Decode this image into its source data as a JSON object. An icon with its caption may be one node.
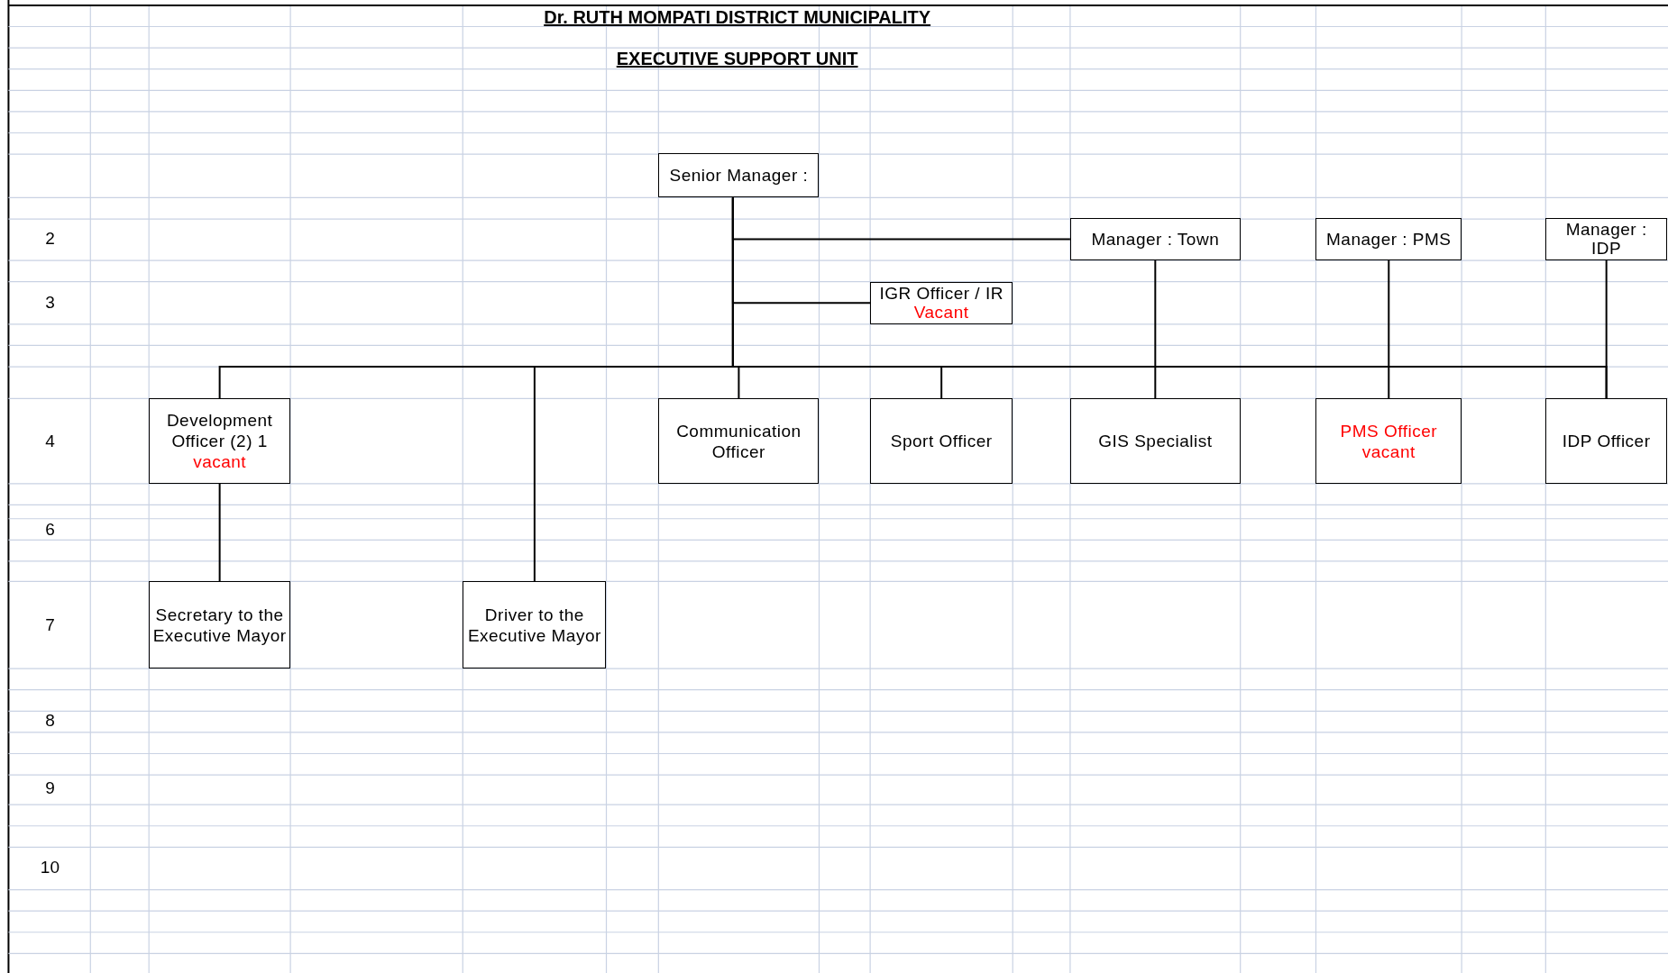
{
  "diagram": {
    "title": "Dr. RUTH MOMPATI DISTRICT MUNICIPALITY",
    "caption": "EXECUTIVE SUPPORT UNIT",
    "nodes": [
      {
        "text": [
          "Senior Manager :"
        ]
      },
      {
        "text": [
          "Manager : Town"
        ]
      },
      {
        "text": [
          "Manager : PMS"
        ]
      },
      {
        "text": [
          "Manager : IDP"
        ]
      },
      {
        "text": [
          "IGR Officer / IR",
          "Vacant"
        ]
      },
      {
        "text": [
          "Development Officer (2) 1",
          "vacant"
        ]
      },
      {
        "text": [
          "Communication Officer"
        ]
      },
      {
        "text": [
          "Sport Officer"
        ]
      },
      {
        "text": [
          "GIS Specialist"
        ]
      },
      {
        "text": [
          "PMS Officer vacant"
        ]
      },
      {
        "text": [
          "IDP Officer"
        ]
      },
      {
        "text": [
          "Secretary to the Executive Mayor"
        ]
      },
      {
        "text": [
          "Driver to the Executive Mayor"
        ]
      }
    ],
    "edges": [
      {
        "from": 0,
        "to": 1,
        "arrow": "none"
      },
      {
        "from": 0,
        "to": 4,
        "arrow": "none"
      },
      {
        "from": 0,
        "to": 5,
        "arrow": "none"
      },
      {
        "from": 0,
        "to": 12,
        "arrow": "none"
      },
      {
        "from": 0,
        "to": 6,
        "arrow": "none"
      },
      {
        "from": 0,
        "to": 7,
        "arrow": "none"
      },
      {
        "from": 0,
        "to": 10,
        "arrow": "none"
      },
      {
        "from": 1,
        "to": 8,
        "arrow": "none"
      },
      {
        "from": 2,
        "to": 9,
        "arrow": "none"
      },
      {
        "from": 3,
        "to": 10,
        "arrow": "none"
      },
      {
        "from": 5,
        "to": 11,
        "arrow": "none"
      }
    ],
    "labels": [
      "2",
      "3",
      "4",
      "6",
      "7",
      "8",
      "9",
      "10"
    ]
  }
}
